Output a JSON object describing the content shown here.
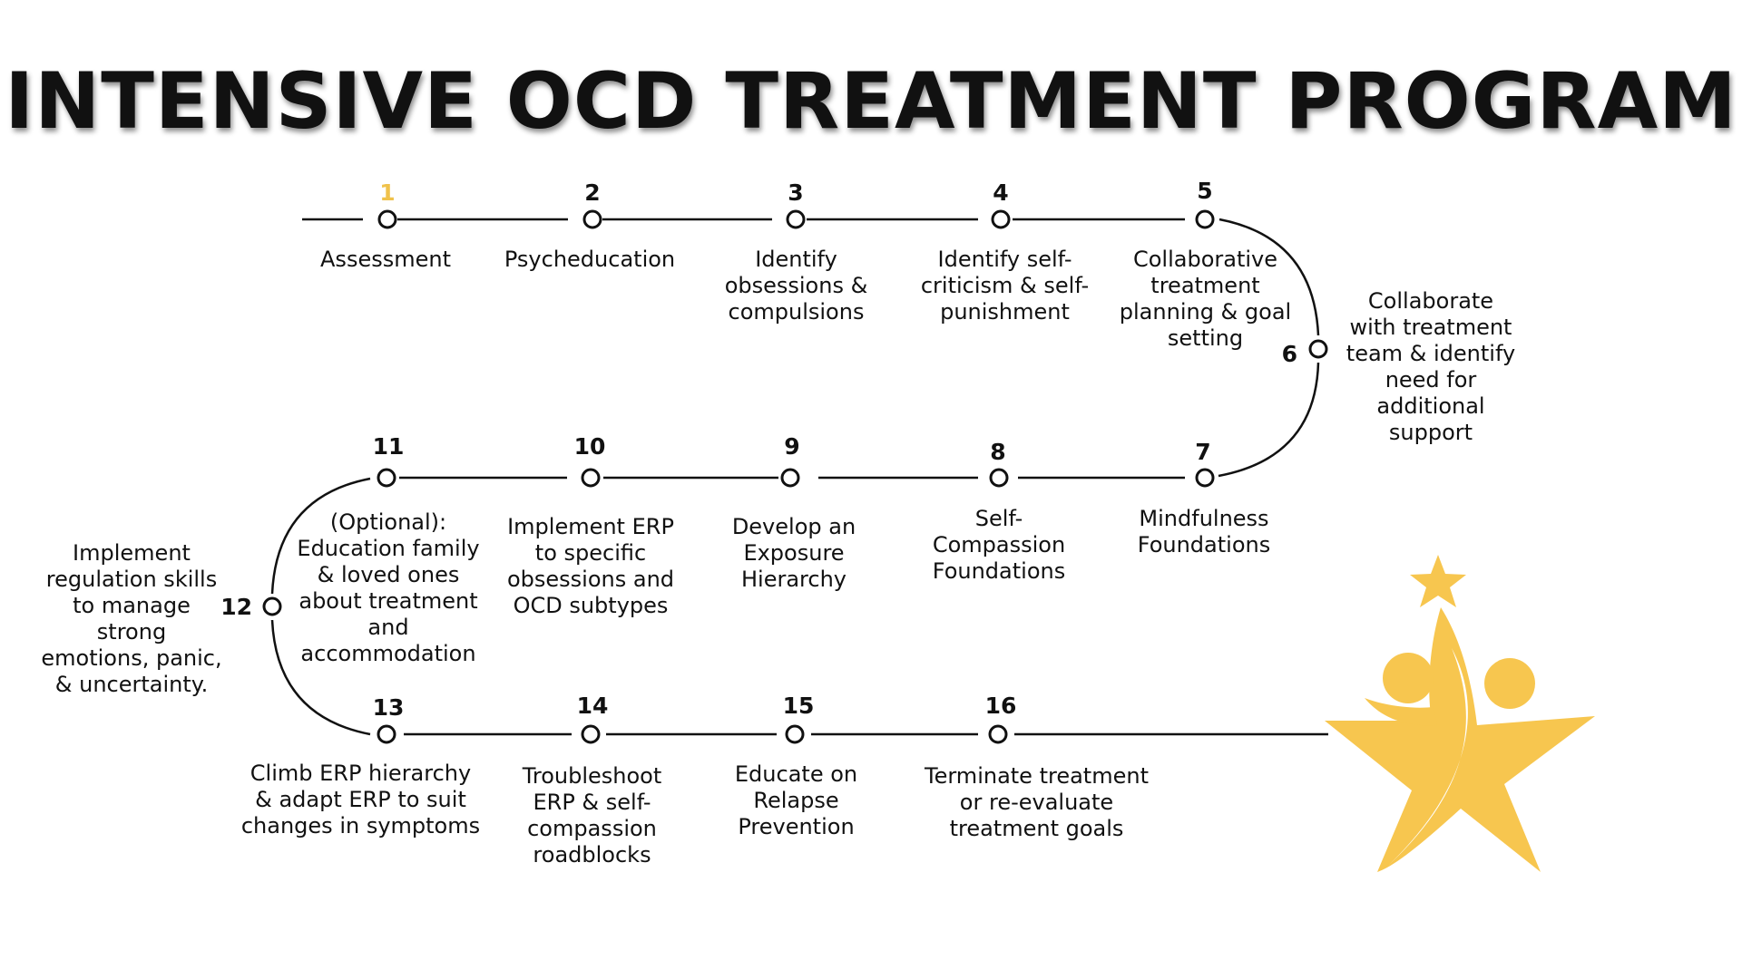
{
  "title": "INTENSIVE OCD TREATMENT PROGRAM",
  "steps": [
    {
      "num": "1",
      "label": "Assessment"
    },
    {
      "num": "2",
      "label": "Psycheducation"
    },
    {
      "num": "3",
      "label": "Identify\nobsessions &\ncompulsions"
    },
    {
      "num": "4",
      "label": "Identify self-\ncriticism & self-\npunishment"
    },
    {
      "num": "5",
      "label": "Collaborative\ntreatment\nplanning & goal\nsetting"
    },
    {
      "num": "6",
      "label": "Collaborate\nwith treatment\nteam & identify\nneed for\nadditional\nsupport"
    },
    {
      "num": "7",
      "label": "Mindfulness\nFoundations"
    },
    {
      "num": "8",
      "label": "Self-\nCompassion\nFoundations"
    },
    {
      "num": "9",
      "label": "Develop an\nExposure\nHierarchy"
    },
    {
      "num": "10",
      "label": "Implement ERP\nto specific\nobsessions and\nOCD subtypes"
    },
    {
      "num": "11",
      "label": "(Optional):\nEducation family\n& loved ones\nabout treatment\nand\naccommodation"
    },
    {
      "num": "12",
      "label": "Implement\nregulation skills\nto manage strong\nemotions, panic,\n& uncertainty."
    },
    {
      "num": "13",
      "label": "Climb ERP hierarchy\n& adapt ERP to suit\nchanges in symptoms"
    },
    {
      "num": "14",
      "label": "Troubleshoot\nERP & self-\ncompassion\nroadblocks"
    },
    {
      "num": "15",
      "label": "Educate on\nRelapse\nPrevention"
    },
    {
      "num": "16",
      "label": "Terminate treatment\nor re-evaluate\ntreatment goals"
    }
  ],
  "colors": {
    "accent": "#f0c24b",
    "logo": "#f7c64f",
    "line": "#111111"
  },
  "icons": [
    "star-people-logo-icon"
  ]
}
